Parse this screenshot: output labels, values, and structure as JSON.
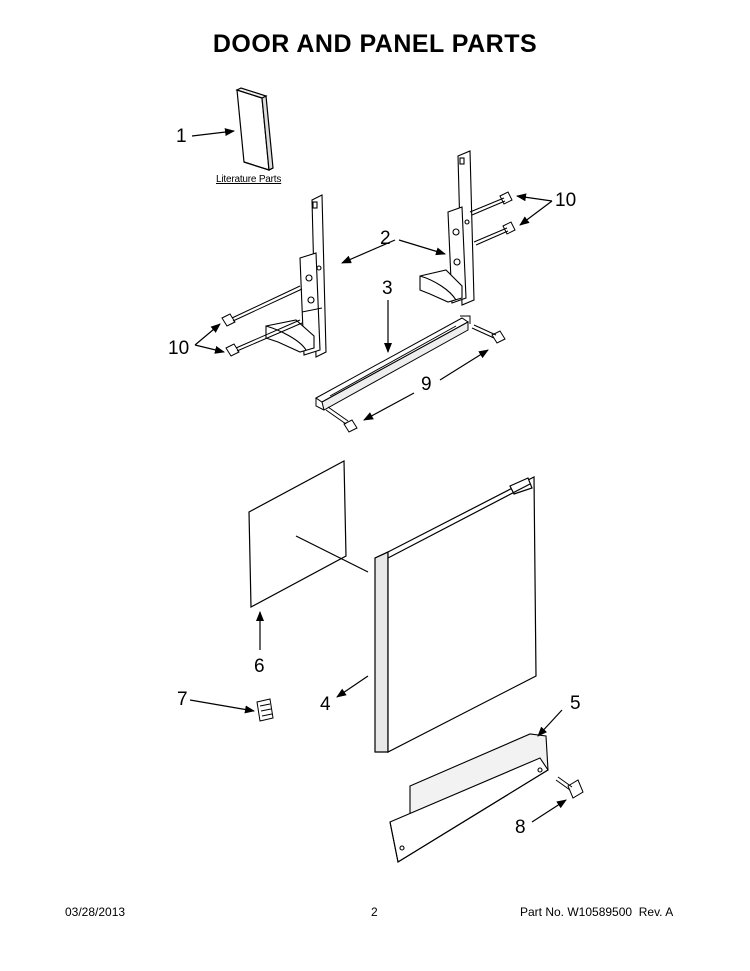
{
  "title": "DOOR AND PANEL PARTS",
  "literature_label": "Literature Parts",
  "callouts": {
    "c1": "1",
    "c2": "2",
    "c3": "3",
    "c4": "4",
    "c5": "5",
    "c6": "6",
    "c7": "7",
    "c8": "8",
    "c9": "9",
    "c10_top": "10",
    "c10_left": "10"
  },
  "footer": {
    "date": "03/28/2013",
    "page": "2",
    "part_no": "Part No. W10589500  Rev. A"
  }
}
